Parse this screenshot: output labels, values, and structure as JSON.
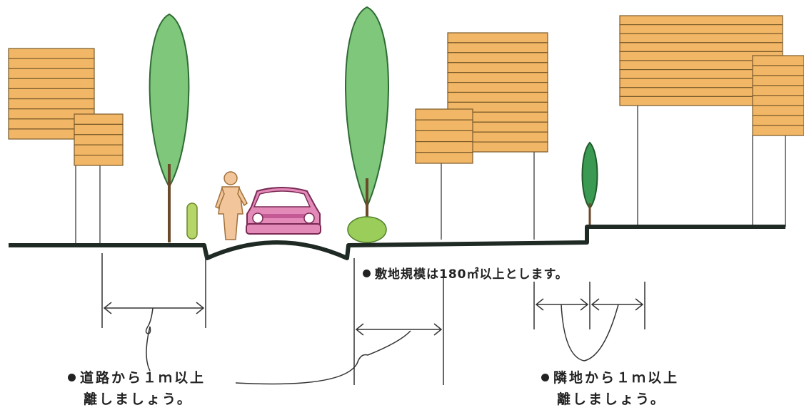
{
  "colors": {
    "building": "#f2b766",
    "building_line": "#7a5a2a",
    "tree": "#7fc77a",
    "tree_dark": "#3b9a52",
    "trunk": "#6b4a2a",
    "car": "#e48ab8",
    "person": "#f2c69a",
    "ground": "#1f2a24"
  },
  "labels": {
    "site_size": "敷地規模は180㎡以上とします。",
    "road_setback": {
      "line1": "道路から１ｍ以上",
      "line2": "離しましょう。"
    },
    "neighbor_setback": {
      "line1": "隣地から１ｍ以上",
      "line2": "離しましょう。"
    }
  }
}
